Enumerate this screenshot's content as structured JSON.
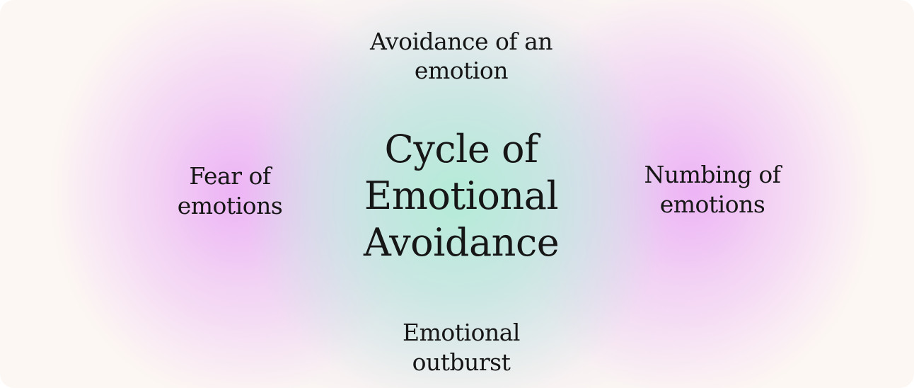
{
  "diagram": {
    "center_title": "Cycle of\nEmotional\nAvoidance",
    "nodes": {
      "top": "Avoidance of an\nemotion",
      "right": "Numbing of\nemotions",
      "bottom": "Emotional\noutburst",
      "left": "Fear of\nemotions"
    }
  }
}
